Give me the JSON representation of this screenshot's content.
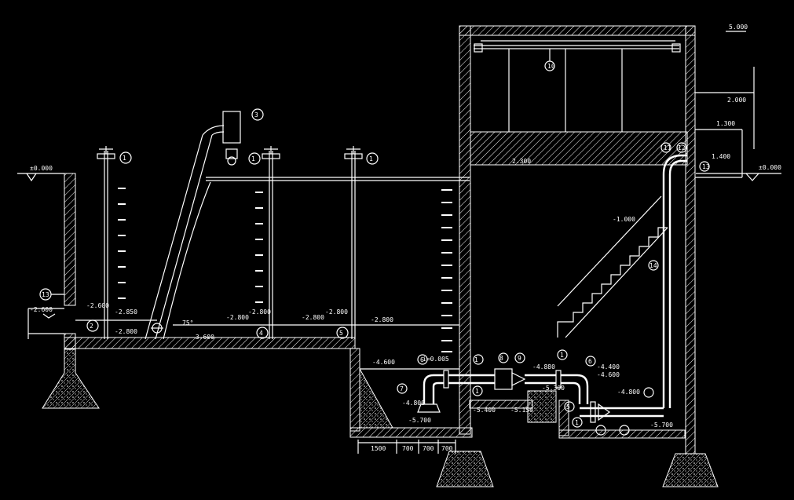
{
  "levels": {
    "ground_left": "±0.000",
    "ground_right": "±0.000",
    "water_inlet": "-2.600",
    "channel_bottom": "-2.850",
    "screen_water": "-2.800",
    "screen_bottom": "-3.600",
    "chamber_water_a": "-2.800",
    "chamber_water_b": "-2.800",
    "chamber_water_c": "-2.800",
    "chamber_water_d": "-2.800",
    "pump_floor": "-4.600",
    "sump_bottom": "-5.700",
    "pump_level": "-4.800",
    "pipe_level": "-4.880",
    "stair_level": "-1.000",
    "platform": "2.300",
    "roof": "5.000",
    "outlet_a": "2.000",
    "outlet_b": "1.300",
    "outlet_c": "1.400",
    "pipe_d": "-4.400",
    "pipe_e": "-4.600",
    "pipe_f": "-5.300",
    "pipe_g": "-5.150",
    "pipe_h": "-5.400",
    "pipe_i": "-5.700",
    "pipe_j": "-4.800",
    "deck": "2.300"
  },
  "slope": "i=0.005",
  "angle": "75°",
  "dimensions": [
    "1500",
    "700",
    "700",
    "700"
  ],
  "callouts": [
    "13",
    "1",
    "2",
    "3",
    "1",
    "4",
    "1",
    "5",
    "6",
    "7",
    "1",
    "1",
    "8",
    "9",
    "10",
    "11",
    "12",
    "13",
    "14",
    "5",
    "6",
    "1",
    "1"
  ]
}
